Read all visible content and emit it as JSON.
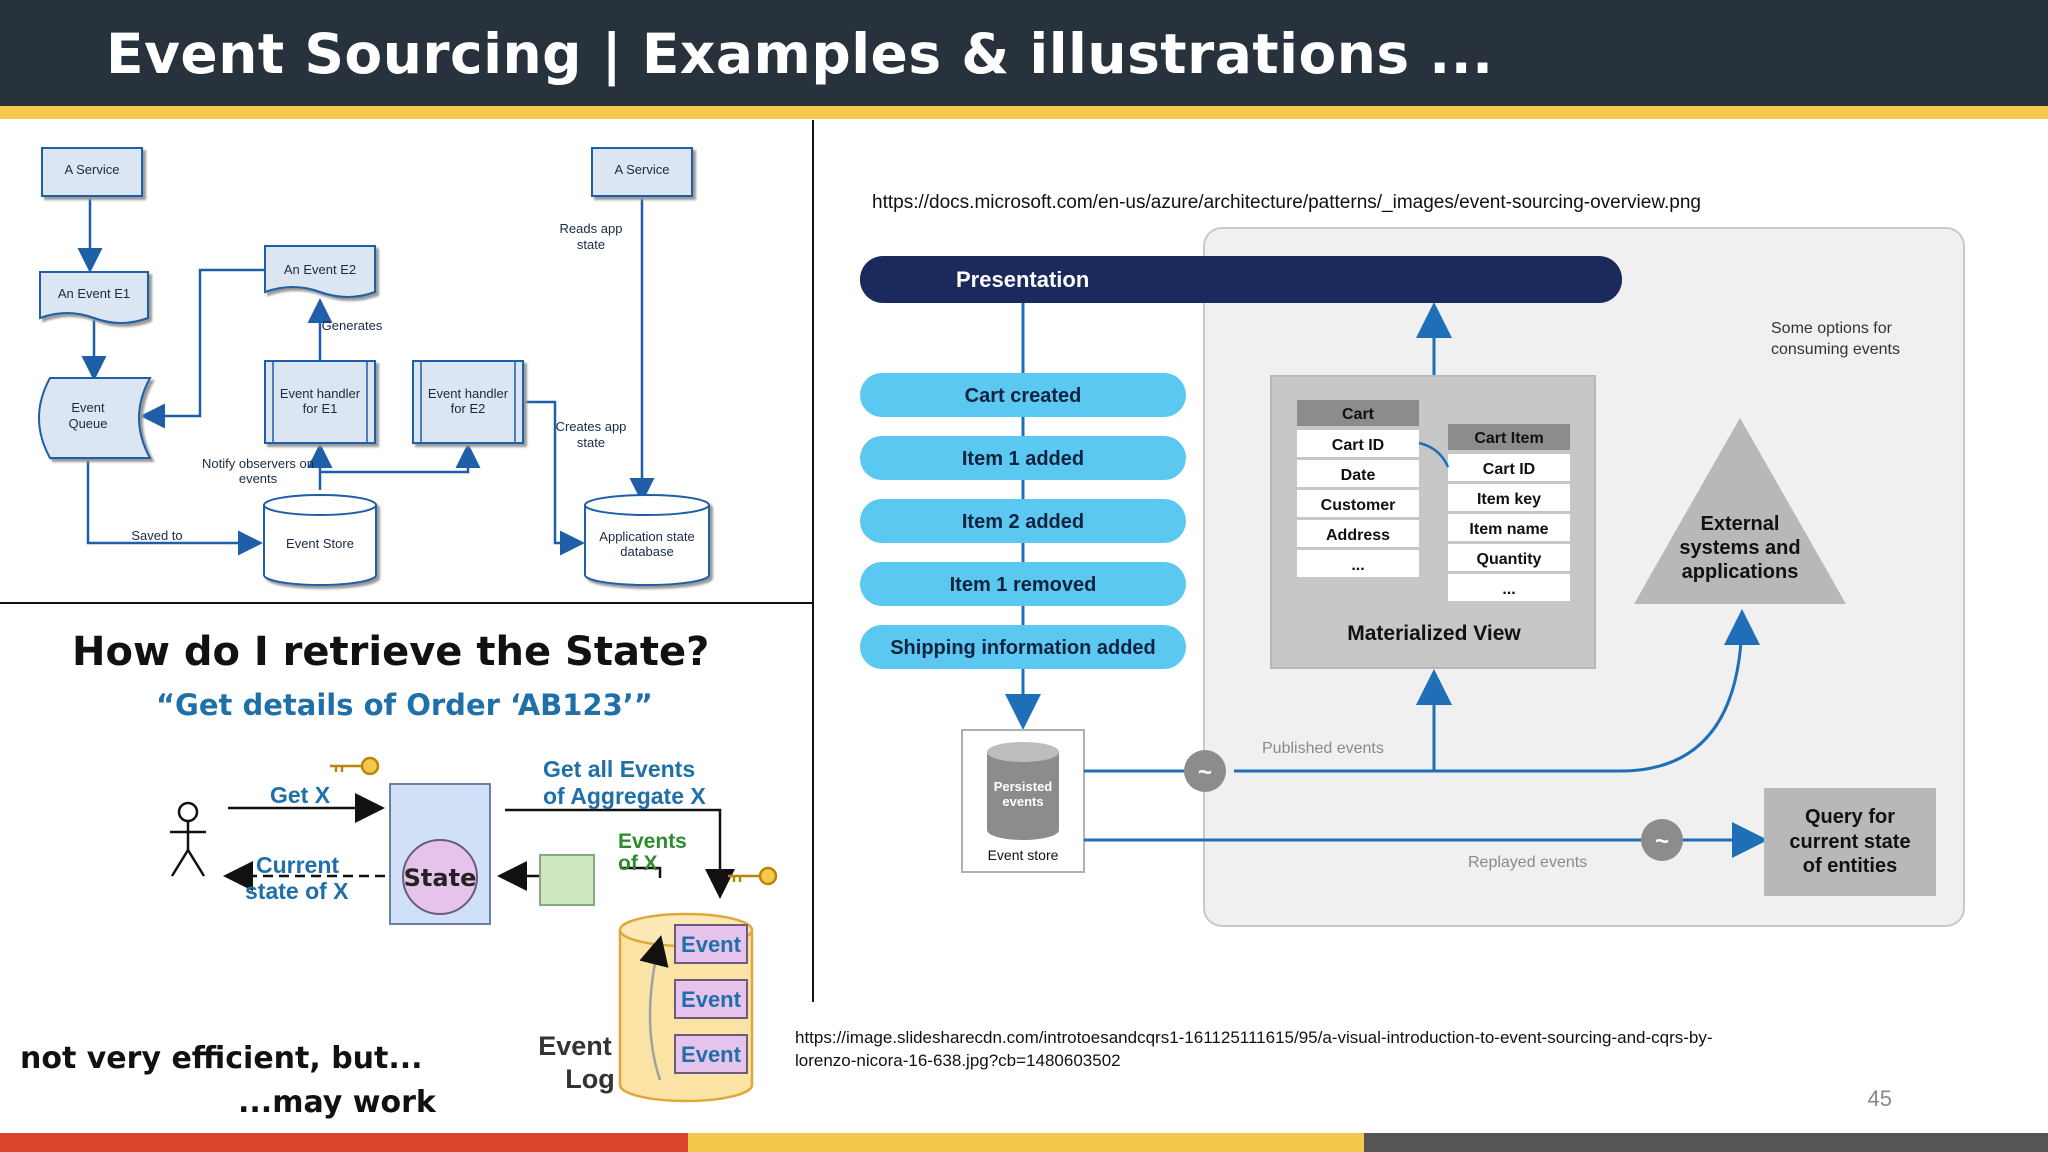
{
  "title": "Event Sourcing | Examples & illustrations ...",
  "page_number": "45",
  "colors": {
    "header_bg": "#27323c",
    "gold": "#f2c94c",
    "red": "#d9452b",
    "dark_gray": "#555555",
    "dark_blue": "#1a2a5c",
    "light_blue": "#5ac8f0"
  },
  "flowchart": {
    "a_service_left": "A Service",
    "a_service_right": "A Service",
    "event_e1": "An Event E1",
    "event_e2": "An Event E2",
    "event_queue_1": "Event",
    "event_queue_2": "Queue",
    "handler_e1_1": "Event handler",
    "handler_e1_2": "for E1",
    "handler_e2_1": "Event handler",
    "handler_e2_2": "for E2",
    "generates": "Generates",
    "reads_1": "Reads app",
    "reads_2": "state",
    "creates_1": "Creates app",
    "creates_2": "state",
    "notify_1": "Notify observers on",
    "notify_2": "events",
    "saved_to": "Saved to",
    "event_store": "Event Store",
    "app_db_1": "Application state",
    "app_db_2": "database"
  },
  "sketch": {
    "heading": "How do I retrieve the State?",
    "subheading": "“Get details of Order ‘AB123’”",
    "get_x": "Get X",
    "current_1": "Current",
    "current_2": "state of X",
    "state": "State",
    "get_all_1": "Get all Events",
    "get_all_2": "of Aggregate X",
    "events_of_1": "Events",
    "events_of_2": "of X",
    "event_1": "Event",
    "event_2": "Event",
    "event_3": "Event",
    "event_log_1": "Event",
    "event_log_2": "Log",
    "note_1": "not very efficient, but...",
    "note_2": "...may work"
  },
  "url_top": "https://docs.microsoft.com/en-us/azure/architecture/patterns/_images/event-sourcing-overview.png",
  "url_bottom_1": "https://image.slidesharecdn.com/introtoesandcqrs1-161125111615/95/a-visual-introduction-to-event-sourcing-and-cqrs-by-",
  "url_bottom_2": "lorenzo-nicora-16-638.jpg?cb=1480603502",
  "ms_diagram": {
    "presentation": "Presentation",
    "events": [
      "Cart created",
      "Item 1 added",
      "Item 2 added",
      "Item 1 removed",
      "Shipping information added"
    ],
    "persisted_1": "Persisted",
    "persisted_2": "events",
    "event_store": "Event store",
    "some_options_1": "Some options for",
    "some_options_2": "consuming events",
    "cart_header": "Cart",
    "cart_fields": [
      "Cart ID",
      "Date",
      "Customer",
      "Address",
      "..."
    ],
    "cart_item_header": "Cart Item",
    "cart_item_fields": [
      "Cart ID",
      "Item key",
      "Item name",
      "Quantity",
      "..."
    ],
    "materialized_view": "Materialized View",
    "external_1": "External",
    "external_2": "systems and",
    "external_3": "applications",
    "published_events": "Published events",
    "replayed_events": "Replayed events",
    "query_1": "Query for",
    "query_2": "current state",
    "query_3": "of entities"
  }
}
